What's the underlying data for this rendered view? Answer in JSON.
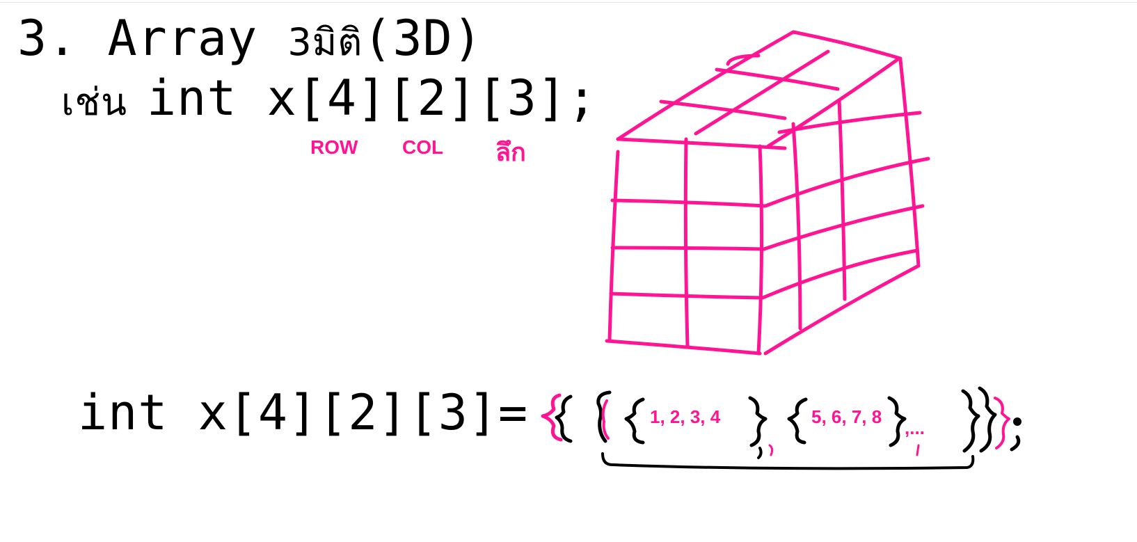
{
  "heading": {
    "number": "3.",
    "word": "Array",
    "thai": "3มิติ",
    "suffix": "(3D)"
  },
  "example": {
    "prefix": "เช่น",
    "code": "int x[4][2][3];"
  },
  "annotations": {
    "row": "ROW",
    "col": "COL",
    "depth": "ลึก"
  },
  "initializer": {
    "code": "int x[4][2][3]=",
    "group1": "1, 2, 3, 4",
    "group2": "5, 6, 7, 8",
    "tail": ",...",
    "end": ";"
  },
  "colors": {
    "ink_pink": "#ff1493",
    "ink_black": "#000000"
  }
}
